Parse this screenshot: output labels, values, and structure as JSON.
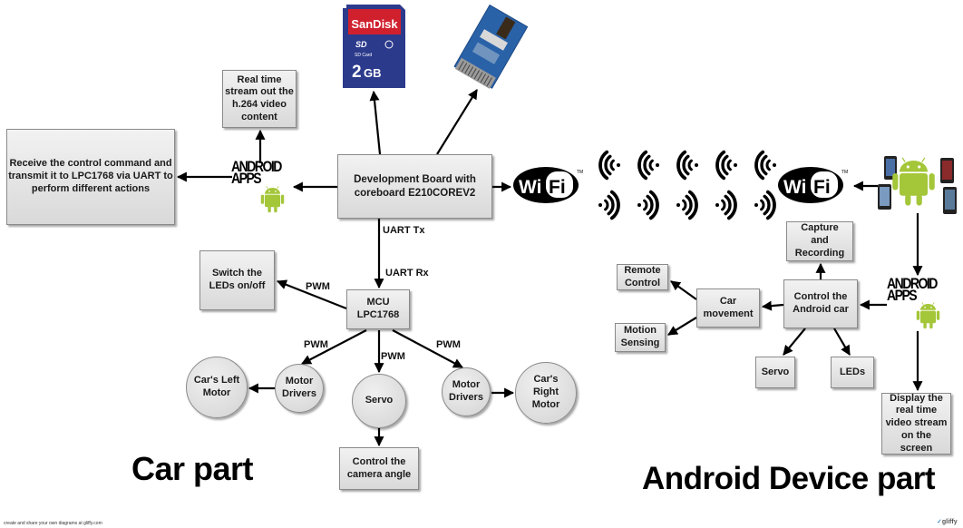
{
  "diagram": {
    "car_part": {
      "title": "Car part",
      "receive_box": "Receive the control command and transmit it to LPC1768 via UART to perform different actions",
      "realtime_box": "Real time stream out the h.264 video content",
      "android_apps_label_1": "ANDROID",
      "android_apps_label_2": "APPS",
      "dev_board": "Development Board with coreboard E210COREV2",
      "sd_card": {
        "brand": "SanDisk",
        "type": "SD Card",
        "capacity_big": "2",
        "capacity_unit": "GB"
      },
      "camera_module": "camera-module",
      "uart_tx": "UART Tx",
      "uart_rx": "UART Rx",
      "mcu": "MCU LPC1768",
      "switch_leds": "Switch the LEDs on/off",
      "pwm_labels": [
        "PWM",
        "PWM",
        "PWM",
        "PWM"
      ],
      "left_motor_drivers": "Motor Drivers",
      "left_motor": "Car's Left Motor",
      "servo": "Servo",
      "right_motor_drivers": "Motor Drivers",
      "right_motor": "Car's Right Motor",
      "camera_angle": "Control the camera angle"
    },
    "wireless": {
      "wifi_left": {
        "wi": "Wi",
        "fi": "Fi",
        "tm": "TM"
      },
      "wifi_right": {
        "wi": "Wi",
        "fi": "Fi",
        "tm": "TM"
      },
      "wave_count": 5
    },
    "android_part": {
      "title": "Android Device part",
      "android_apps_label_1": "ANDROID",
      "android_apps_label_2": "APPS",
      "capture": "Capture and Recording",
      "control_car": "Control the Android car",
      "car_movement": "Car movement",
      "remote_control": "Remote Control",
      "motion_sensing": "Motion Sensing",
      "servo": "Servo",
      "leds": "LEDs",
      "display": "Display the real time video stream on the screen"
    },
    "footer": {
      "credit": "create and share your own diagrams at gliffy.com",
      "logo": "gliffy"
    },
    "colors": {
      "android_green": "#a4c639",
      "sd_blue": "#2c3a8c",
      "sd_red": "#d0202e",
      "camera_blue": "#2a62a8",
      "box_fill": "#e3e3e3"
    }
  }
}
